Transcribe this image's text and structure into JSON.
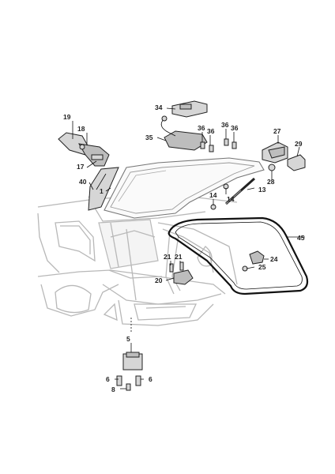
{
  "callouts": {
    "c1": "1",
    "c5": "5",
    "c6a": "6",
    "c6b": "6",
    "c8": "8",
    "c13": "13",
    "c14a": "14",
    "c14b": "14",
    "c17": "17",
    "c18": "18",
    "c19": "19",
    "c20": "20",
    "c21a": "21",
    "c21b": "21",
    "c24": "24",
    "c25": "25",
    "c27": "27",
    "c28": "28",
    "c29": "29",
    "c34": "34",
    "c35": "35",
    "c36a": "36",
    "c36b": "36",
    "c36c": "36",
    "c36d": "36",
    "c40": "40",
    "c45": "45"
  }
}
